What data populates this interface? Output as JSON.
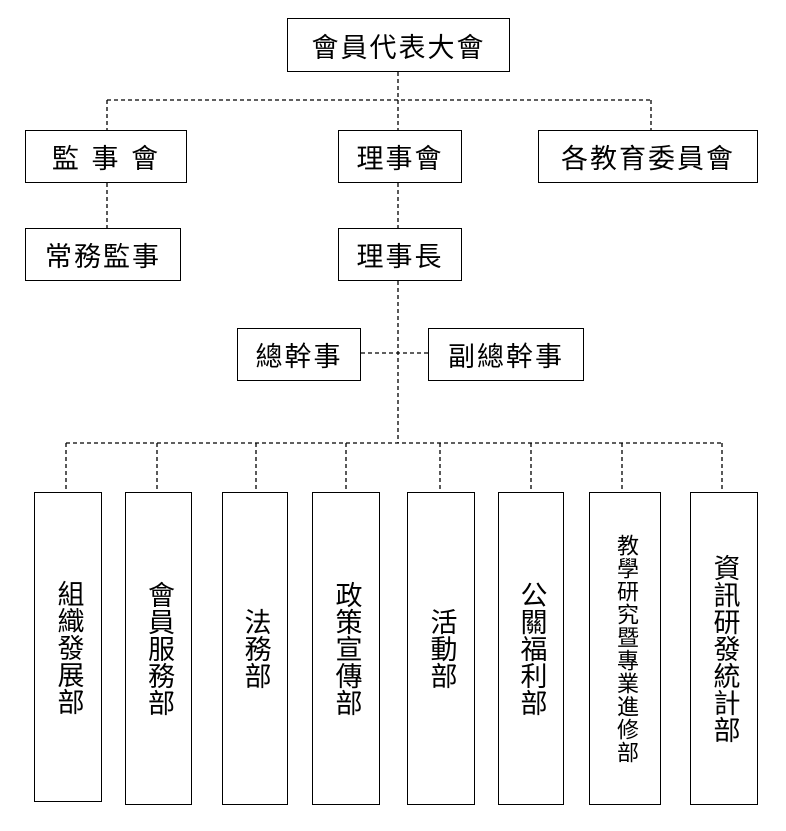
{
  "top": "會員代表大會",
  "level2": {
    "supervisors": "監 事 會",
    "board": "理事會",
    "committees": "各教育委員會"
  },
  "level3": {
    "standing_supervisor": "常務監事",
    "chairman": "理事長"
  },
  "level4": {
    "secretary_general": "總幹事",
    "deputy_secretary_general": "副總幹事"
  },
  "departments": [
    "組織發展部",
    "會員服務部",
    "法務部",
    "政策宣傳部",
    "活動部",
    "公關福利部",
    "教學研究暨專業進修部",
    "資訊研發統計部"
  ],
  "colors": {
    "line": "#000000",
    "box_border": "#000000",
    "background": "#ffffff"
  }
}
